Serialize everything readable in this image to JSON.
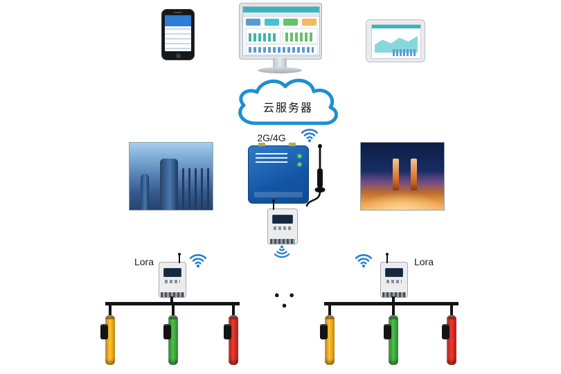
{
  "cloud": {
    "label": "云服务器"
  },
  "gateway": {
    "label": "2G/4G"
  },
  "groups": {
    "left": {
      "label": "Lora"
    },
    "right": {
      "label": "Lora"
    }
  },
  "separator": {
    "dots": "● ● ●"
  },
  "icons": {
    "wifi": "wifi-icon",
    "antenna": "antenna-icon",
    "cloud": "cloud-icon"
  },
  "colors": {
    "cloud_outline": "#1e8fd0",
    "wifi_blue": "#2a7fd0",
    "gateway_blue": "#1456a5",
    "sensor_yellow": "#f2a900",
    "sensor_green": "#33a532",
    "sensor_red": "#d2281e",
    "wire_black": "#141414",
    "dashboard_teal": "#35b6bf"
  }
}
